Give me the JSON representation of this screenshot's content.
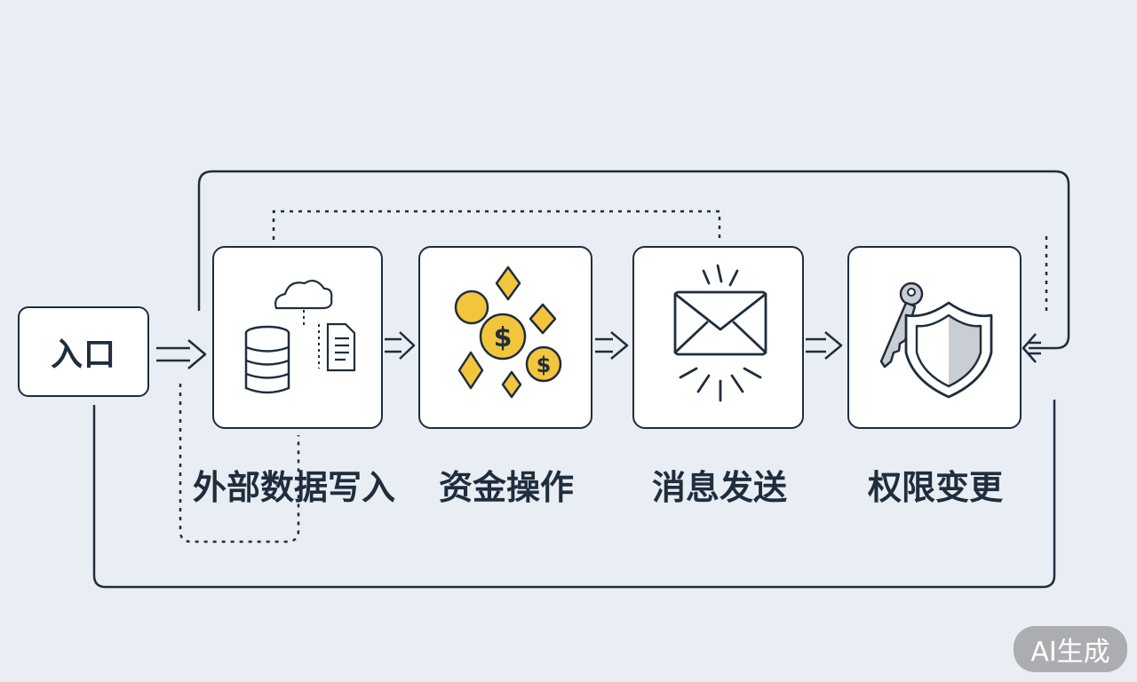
{
  "entry": {
    "label": "入口"
  },
  "stages": [
    {
      "label": "外部数据写入",
      "icon": "database-cloud-document-icon"
    },
    {
      "label": "资金操作",
      "icon": "coins-diamonds-icon"
    },
    {
      "label": "消息发送",
      "icon": "envelope-burst-icon"
    },
    {
      "label": "权限变更",
      "icon": "key-shield-icon"
    }
  ],
  "badge": {
    "label": "AI生成"
  },
  "colors": {
    "background": "#e9eef4",
    "stroke": "#1f2d3d",
    "box_fill": "#ffffff",
    "coin_gold": "#f2c53d",
    "shield_gray": "#c9ced4"
  }
}
